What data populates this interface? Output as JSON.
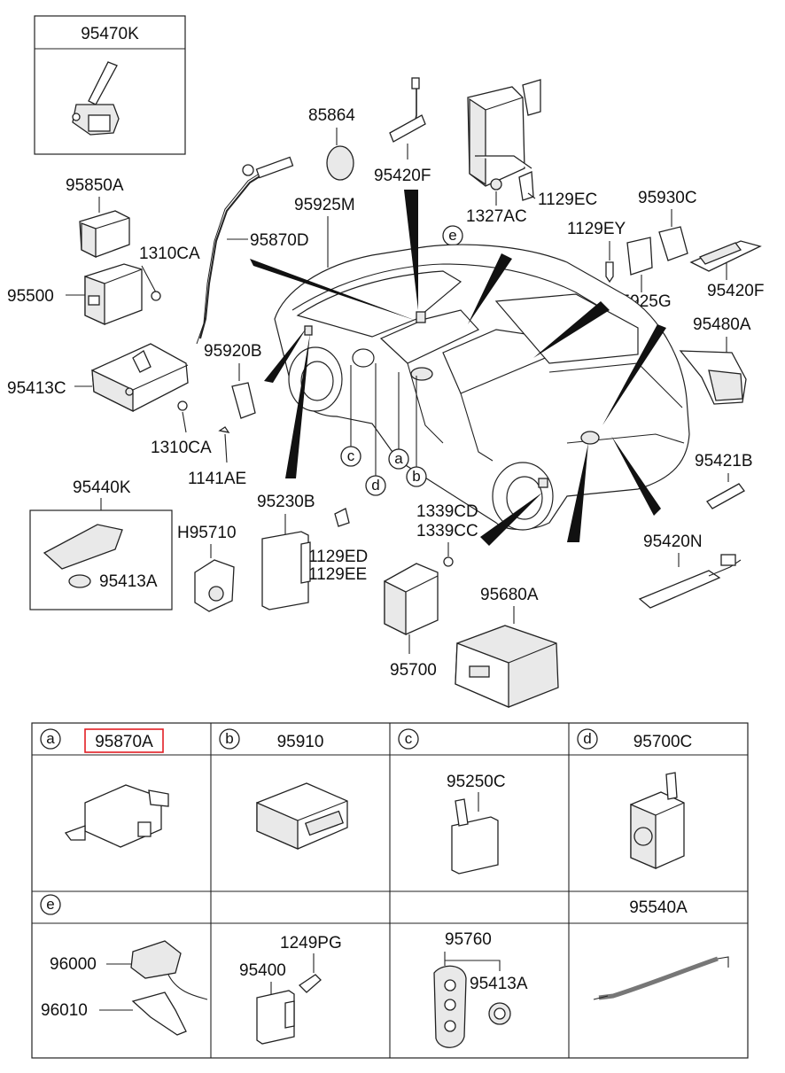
{
  "diagram": {
    "callouts": {
      "c95470K": "95470K",
      "c95850A": "95850A",
      "c1310CA_top": "1310CA",
      "c95500": "95500",
      "c95413C": "95413C",
      "c1310CA_bottom": "1310CA",
      "c95870D": "95870D",
      "c85864": "85864",
      "c95420F_top": "95420F",
      "c95925M": "95925M",
      "c1129EC": "1129EC",
      "c1327AC": "1327AC",
      "c95930C": "95930C",
      "c1129EY": "1129EY",
      "c95925G": "95925G",
      "c95420F_right": "95420F",
      "c95480A": "95480A",
      "c95920B": "95920B",
      "c1141AE": "1141AE",
      "c95421B": "95421B",
      "c95440K": "95440K",
      "c95413A_keyfob": "95413A",
      "cH95710": "H95710",
      "c95230B": "95230B",
      "c1129ED": "1129ED",
      "c1129EE": "1129EE",
      "c1339CD": "1339CD",
      "c1339CC": "1339CC",
      "c95420N": "95420N",
      "c95680A": "95680A",
      "c95700": "95700"
    },
    "location_markers": {
      "a": "a",
      "b": "b",
      "c": "c",
      "d": "d",
      "e": "e"
    },
    "table": {
      "row1": [
        {
          "letter": "a",
          "part": "95870A",
          "highlighted": true
        },
        {
          "letter": "b",
          "part": "95910"
        },
        {
          "letter": "c",
          "part": ""
        },
        {
          "letter": "d",
          "part": "95700C"
        }
      ],
      "row1_sub": {
        "c_part": "95250C"
      },
      "row2": [
        {
          "letter": "e",
          "part": ""
        },
        {
          "letter": "",
          "part": ""
        },
        {
          "letter": "",
          "part": ""
        },
        {
          "letter": "",
          "part": "95540A"
        }
      ],
      "row2_sub": {
        "e_part1": "96000",
        "e_part2": "96010",
        "col2_part1": "1249PG",
        "col2_part2": "95400",
        "col3_part1": "95760",
        "col3_part2": "95413A"
      }
    },
    "colors": {
      "highlight": "#e31e24",
      "ink": "#111111"
    }
  }
}
